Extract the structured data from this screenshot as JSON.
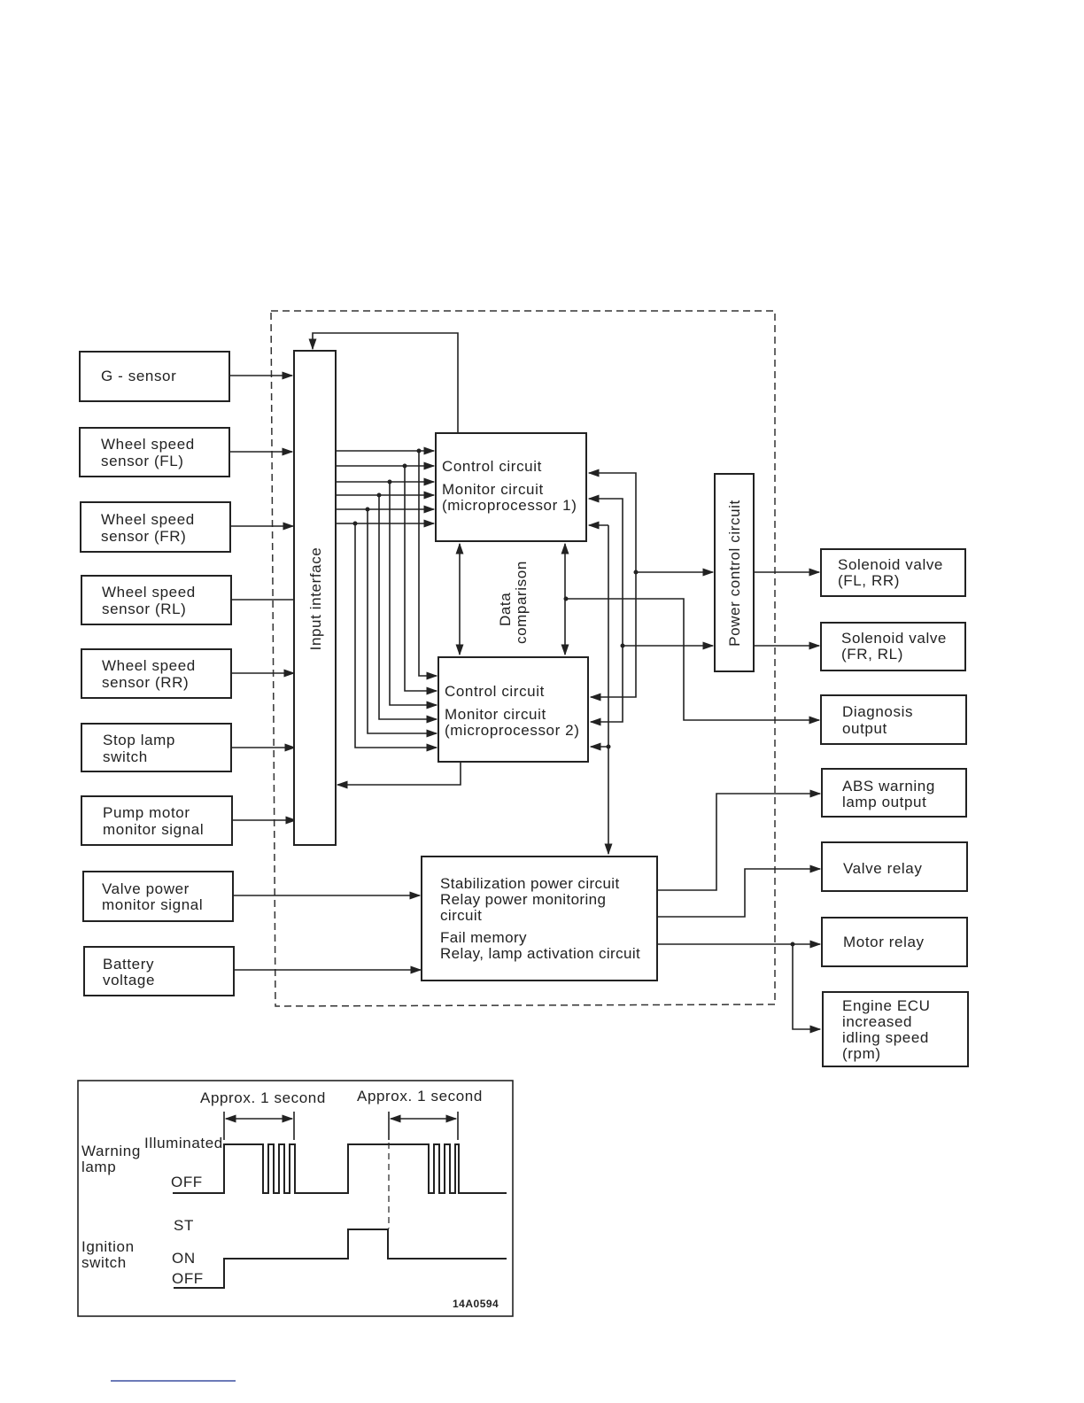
{
  "inputs": [
    {
      "id": "g-sensor",
      "lines": [
        "G - sensor"
      ]
    },
    {
      "id": "wheel-speed-fl",
      "lines": [
        "Wheel speed",
        "sensor (FL)"
      ]
    },
    {
      "id": "wheel-speed-fr",
      "lines": [
        "Wheel speed",
        "sensor (FR)"
      ]
    },
    {
      "id": "wheel-speed-rl",
      "lines": [
        "Wheel speed",
        "sensor (RL)"
      ]
    },
    {
      "id": "wheel-speed-rr",
      "lines": [
        "Wheel speed",
        "sensor (RR)"
      ]
    },
    {
      "id": "stop-lamp-switch",
      "lines": [
        "Stop lamp",
        "switch"
      ]
    },
    {
      "id": "pump-motor-monitor",
      "lines": [
        "Pump motor",
        "monitor signal"
      ]
    },
    {
      "id": "valve-power-monitor",
      "lines": [
        "Valve power",
        "monitor signal"
      ]
    },
    {
      "id": "battery-voltage",
      "lines": [
        "Battery",
        "voltage"
      ]
    }
  ],
  "input_interface": "Input interface",
  "micro1": [
    "Control circuit",
    "Monitor circuit",
    "(microprocessor 1)"
  ],
  "micro2": [
    "Control circuit",
    "Monitor circuit",
    "(microprocessor 2)"
  ],
  "data_comparison": [
    "Data",
    "comparison"
  ],
  "power_control": "Power control circuit",
  "stabilization": [
    "Stabilization power circuit",
    "Relay power monitoring",
    "circuit",
    "Fail memory",
    "Relay, lamp activation circuit"
  ],
  "outputs": [
    {
      "id": "solenoid-fl-rr",
      "lines": [
        "Solenoid valve",
        "(FL, RR)"
      ]
    },
    {
      "id": "solenoid-fr-rl",
      "lines": [
        "Solenoid valve",
        "(FR, RL)"
      ]
    },
    {
      "id": "diagnosis-output",
      "lines": [
        "Diagnosis",
        "output"
      ]
    },
    {
      "id": "abs-warning-lamp",
      "lines": [
        "ABS warning",
        "lamp output"
      ]
    },
    {
      "id": "valve-relay",
      "lines": [
        "Valve relay"
      ]
    },
    {
      "id": "motor-relay",
      "lines": [
        "Motor relay"
      ]
    },
    {
      "id": "engine-ecu",
      "lines": [
        "Engine ECU",
        "increased",
        "idling speed",
        "(rpm)"
      ]
    }
  ],
  "timing": {
    "approx1": "Approx. 1 second",
    "approx2": "Approx. 1 second",
    "warning_lamp": [
      "Warning",
      "lamp"
    ],
    "illuminated": "Illuminated",
    "off1": "OFF",
    "ignition_switch": [
      "Ignition",
      "switch"
    ],
    "st": "ST",
    "on": "ON",
    "off2": "OFF",
    "code": "14A0594"
  }
}
